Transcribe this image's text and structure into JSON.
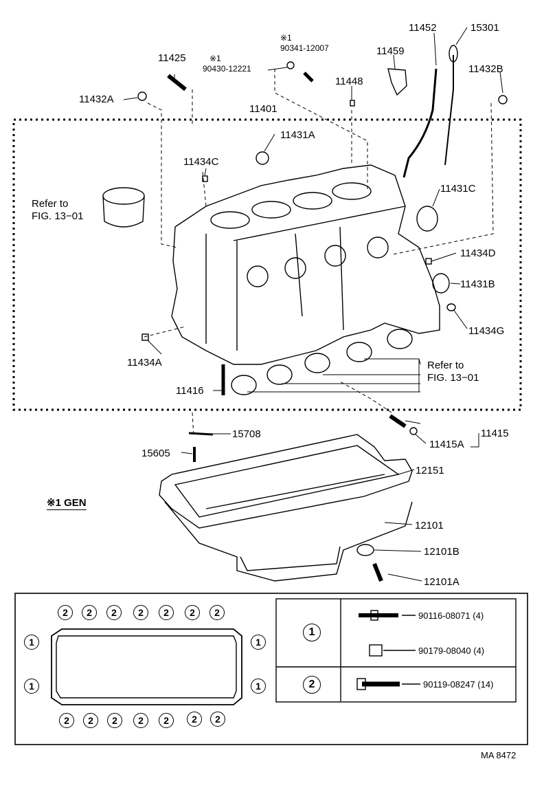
{
  "labels": {
    "p11452": "11452",
    "p15301": "15301",
    "p11459": "11459",
    "p11432b": "11432B",
    "p11425": "11425",
    "p11448": "11448",
    "p11432a": "11432A",
    "p11401": "11401",
    "p11431a": "11431A",
    "p11434c": "11434C",
    "p11431c": "11431C",
    "p11434d": "11434D",
    "p11431b": "11431B",
    "p11434g": "11434G",
    "p11434a": "11434A",
    "p11416": "11416",
    "p15708": "15708",
    "p15605": "15605",
    "p11415": "11415",
    "p11415a": "11415A",
    "p12151": "12151",
    "p12101": "12101",
    "p12101b": "12101B",
    "p12101a": "12101A"
  },
  "marks": {
    "asterisk1": "※1",
    "pn_90430": "90430-12221",
    "pn_90341": "90341-12007"
  },
  "refs": {
    "piston_line1": "Refer to",
    "piston_line2": "FIG. 13−01",
    "bearing_line1": "Refer to",
    "bearing_line2": "FIG. 13−01"
  },
  "legend": {
    "gen": "※1 GEN"
  },
  "gasket_marks": {
    "one": "1",
    "two": "2"
  },
  "bolt_table": {
    "rows": [
      {
        "mark": "1",
        "parts": [
          "90116-08071 (4)",
          "90179-08040 (4)"
        ]
      },
      {
        "mark": "2",
        "parts": [
          "90119-08247 (14)"
        ]
      }
    ]
  },
  "figure_code": "MA  8472",
  "icons": [
    "cylinder-block",
    "oil-pan",
    "oil-dipstick",
    "piston",
    "bearing",
    "bolt",
    "gasket"
  ]
}
